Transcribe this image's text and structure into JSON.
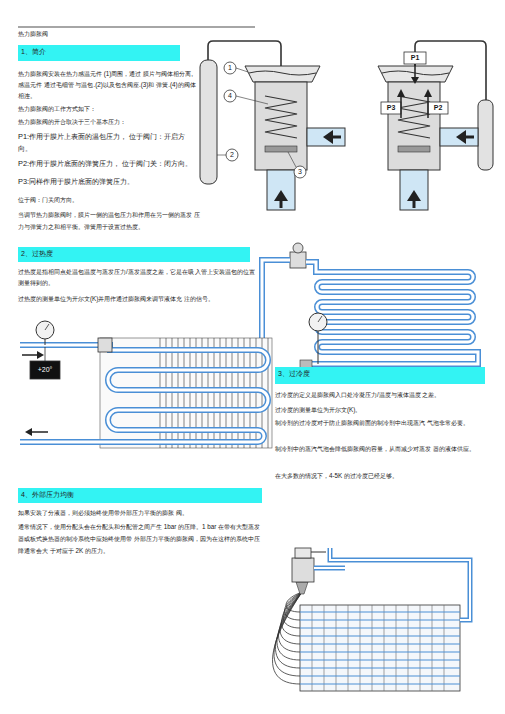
{
  "diagram": {
    "title": "热力膨胀阀",
    "nodes": [
      {
        "text": [
          "1、简介"
        ]
      },
      {
        "text": [
          "2、过热度"
        ]
      },
      {
        "text": [
          "3、过冷度"
        ]
      },
      {
        "text": [
          "4、外部压力均衡"
        ]
      }
    ],
    "labels": [
      "热力膨胀阀安装在热力感温元件 (1)周围，通过 膜片与阀体相分离,感温元件 通过毛细管 与温包.(2)以及包含阀座.(3)和 弹簧.(4)的阀体相连。",
      "热力膨胀阀的工作方式如下：",
      "热力膨胀阀的开合取决于三个基本压力：",
      "P1:作用于膜片上表面的温包压力， 位于阀门：开启方向。",
      "P2:作用于膜片底面的弹簧压力， 位于阀门关：闭方向。",
      "P3:同样作用于膜片底面的弹簧压力。",
      "位于阀：门关闭方向。",
      "当调节热力膨胀阀时，膜片一侧的温包压力和作用在另一侧的蒸发 压力与弹簧力之和相平衡。弹簧用于设置过热度。",
      "过热度是指相同点处温包温度与蒸发压力/蒸发温度之差，它是在吸 入管上安装温包的位置测量得到的。",
      "过热度的测量单位为开尔文(K)并用作通过膨胀阀来调节液体充 注的信号。",
      "过冷度的定义是膨胀阀入口处冷凝压力/温度与液体温度 之差。",
      "过冷度的测量单位为开尔文(K)。",
      "制冷剂的过冷度对于防止膨胀阀前面的制冷剂中出现蒸汽 气泡非常必要。",
      "制冷剂中的蒸汽气泡会降低膨胀阀的容量，从而减少对蒸发 器的液体供应。",
      "在大多数的情况下，4-5K 的过冷度已经足够。",
      "如果安装了分液器，则必须始终使用带外部压力平衡的膨胀 阀。",
      "通常情况下，使用分配头会在分配头和分配管之间产生 1bar 的压降。1 bar 在带有大型蒸发器或板式换热器的制冷系统中应始终使用带 外部压力平衡的膨胀阀，因为在这样的系统中压降通常会大 于对应于 2K 的压力。",
      "1",
      "4",
      "2",
      "3",
      "P1",
      "P3",
      "P2",
      "+20°"
    ]
  }
}
